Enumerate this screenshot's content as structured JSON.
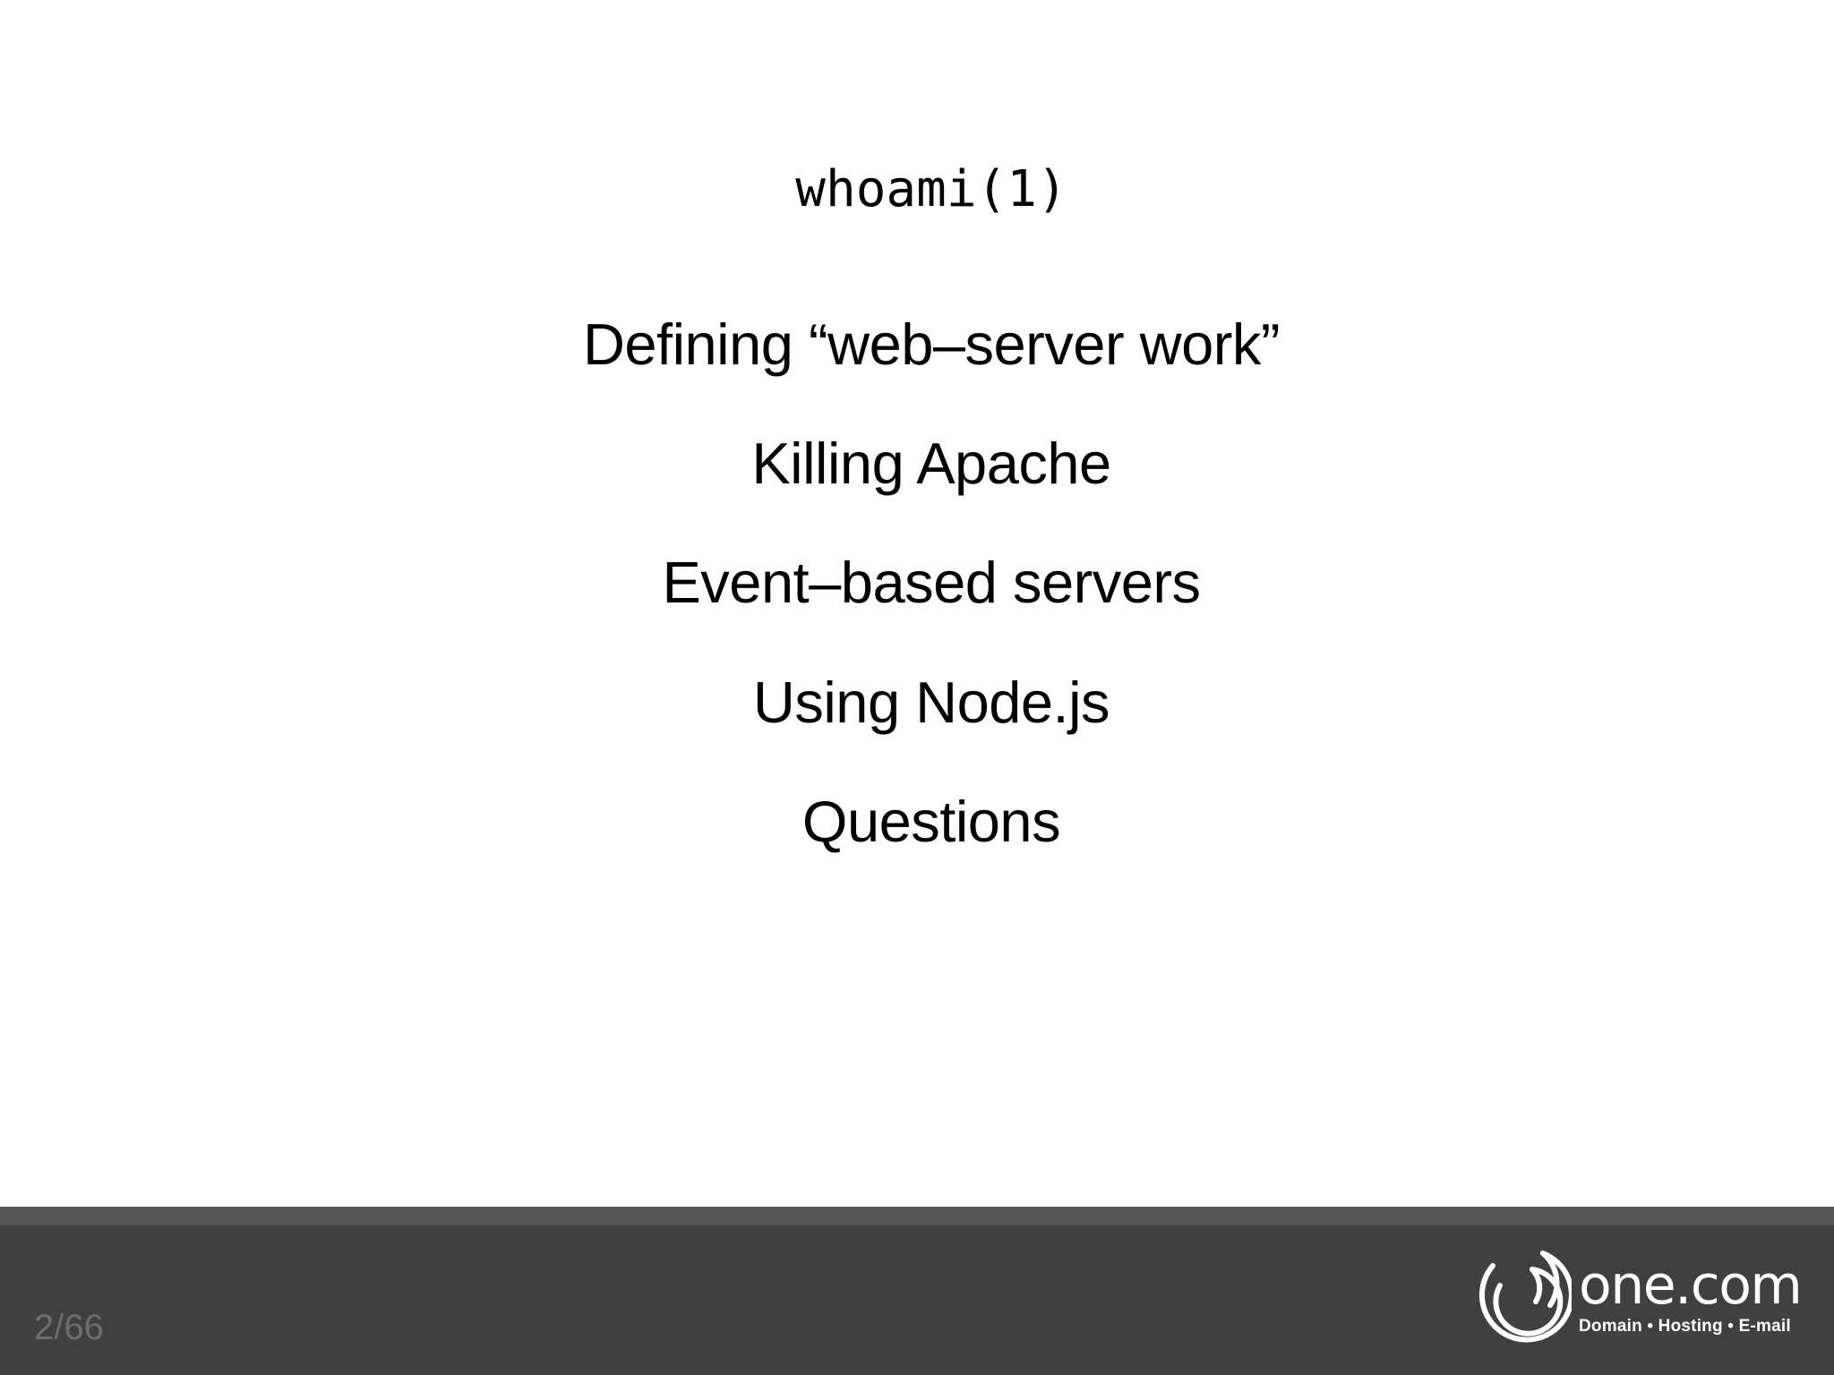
{
  "slide": {
    "background_color": "#ffffff",
    "page_indicator": "2/66",
    "agenda": [
      {
        "text": "whoami(1)",
        "style": "mono",
        "name": "agenda-item-whoami"
      },
      {
        "text": "Defining “web–server work”",
        "style": "sans",
        "name": "agenda-item-defining-web-server-work"
      },
      {
        "text": "Killing Apache",
        "style": "sans",
        "name": "agenda-item-killing-apache"
      },
      {
        "text": "Event–based servers",
        "style": "sans",
        "name": "agenda-item-event-based-servers"
      },
      {
        "text": "Using Node.js",
        "style": "sans",
        "name": "agenda-item-using-node-js"
      },
      {
        "text": "Questions",
        "style": "sans",
        "name": "agenda-item-questions"
      }
    ]
  },
  "footer": {
    "background_color": "#404040",
    "top_strip_color": "#555555",
    "page_number_color": "#6d6d6d",
    "logo": {
      "mark": "one-com-spiral-icon",
      "wordmark": "one.com",
      "tagline": "Domain • Hosting • E-mail",
      "color": "#ffffff"
    }
  }
}
